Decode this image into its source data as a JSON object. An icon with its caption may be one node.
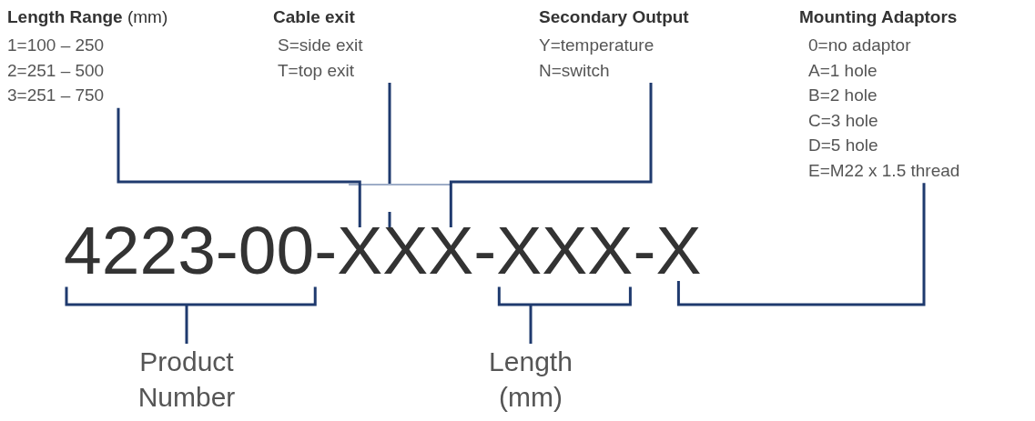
{
  "diagram": {
    "nodes": [
      {
        "text": [
          "**Length Range** (mm)",
          "1=100 – 250",
          "2=251 – 500",
          "3=251 – 750"
        ]
      },
      {
        "text": [
          "Cable exit",
          "S=side exit",
          "T=top exit"
        ]
      },
      {
        "text": [
          "Secondary Output",
          "Y=temperature",
          "N=switch"
        ]
      },
      {
        "text": [
          "Mounting Adaptors",
          "0=no adaptor",
          "A=1 hole",
          "B=2 hole",
          "C=3 hole",
          "D=5 hole",
          "E=M22 x 1.5 thread"
        ]
      },
      {
        "text": [
          "4223-00-"
        ]
      },
      {
        "text": [
          "X"
        ]
      },
      {
        "text": [
          "X"
        ]
      },
      {
        "text": [
          "X"
        ]
      },
      {
        "text": [
          "-"
        ]
      },
      {
        "text": [
          "XXX"
        ]
      },
      {
        "text": [
          "-"
        ]
      },
      {
        "text": [
          "X"
        ]
      },
      {
        "text": [
          "Product Number"
        ]
      },
      {
        "text": [
          "Length (mm)"
        ]
      }
    ],
    "edges": [
      {
        "from": 0,
        "to": 5,
        "arrow": "none"
      },
      {
        "from": 1,
        "to": 6,
        "arrow": "none",
        "style": "dashed"
      },
      {
        "from": 2,
        "to": 7,
        "arrow": "none"
      },
      {
        "from": 3,
        "to": 11,
        "arrow": "none"
      },
      {
        "from": 12,
        "to": 4,
        "arrow": "none"
      },
      {
        "from": 13,
        "to": 9,
        "arrow": "none"
      }
    ]
  }
}
